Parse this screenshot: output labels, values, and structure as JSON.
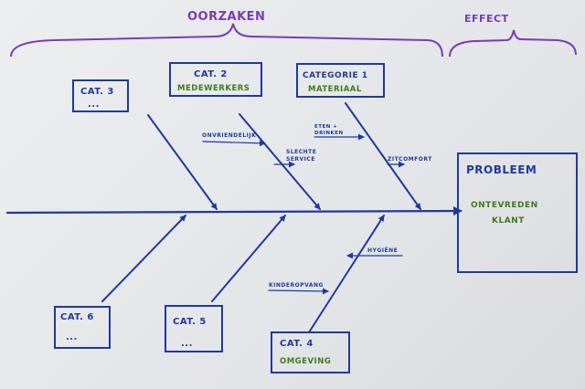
{
  "header": {
    "causes_label": "OORZAKEN",
    "effect_label": "EFFECT"
  },
  "problem": {
    "title": "PROBLEEM",
    "line1": "ONTEVREDEN",
    "line2": "KLANT"
  },
  "categories": [
    {
      "id": "cat3",
      "label": "CAT. 3",
      "sub": "..."
    },
    {
      "id": "cat2",
      "label": "CAT. 2",
      "sub": "MEDEWERKERS"
    },
    {
      "id": "cat1",
      "label": "CATEGORIE 1",
      "sub": "MATERIAAL"
    },
    {
      "id": "cat6",
      "label": "CAT. 6",
      "sub": "..."
    },
    {
      "id": "cat5",
      "label": "CAT. 5",
      "sub": "..."
    },
    {
      "id": "cat4",
      "label": "CAT. 4",
      "sub": "OMGEVING"
    }
  ],
  "causes": {
    "onvriendelijk": "ONVRIENDELIJK",
    "slechte_1": "SLECHTE",
    "slechte_2": "SERVICE",
    "eten_1": "ETEN +",
    "eten_2": "DRINKEN",
    "zitcomfort": "ZITCOMFORT",
    "hygiene": "HYGIËNE",
    "kinderopvang": "KINDEROPVANG"
  },
  "colors": {
    "ink": "#1f3a9a",
    "header": "#7a3cb0",
    "subtext": "#3f7a1e"
  }
}
